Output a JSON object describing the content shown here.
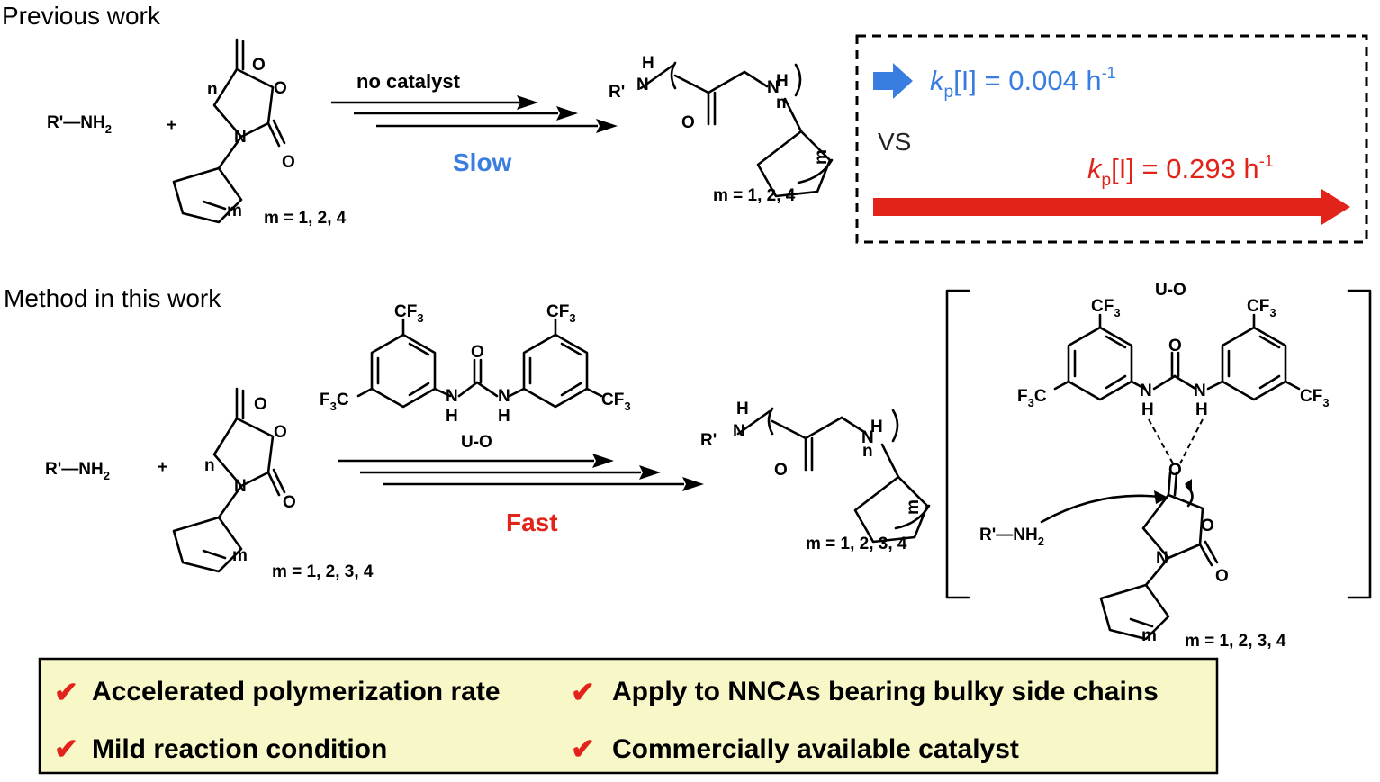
{
  "sections": {
    "previous": "Previous work",
    "method": "Method in this work"
  },
  "reaction1": {
    "amine": "R'—NH",
    "amine_sub": "2",
    "plus": "+",
    "n": "n",
    "m": "m",
    "monomer_m_range": "m = 1, 2, 4",
    "condition": "no catalyst",
    "speed": "Slow",
    "speed_color": "#3a7de0",
    "product_m_range": "m = 1, 2, 4"
  },
  "comparison": {
    "vs": "VS",
    "slow": {
      "k": "k",
      "k_sub": "p",
      "rest": "[I] = 0.004 h",
      "exp": "-1",
      "color": "#3a7de0"
    },
    "fast": {
      "k": "k",
      "k_sub": "p",
      "rest": "[I] = 0.293 h",
      "exp": "-1",
      "color": "#e2231a"
    }
  },
  "reaction2": {
    "amine": "R'—NH",
    "amine_sub": "2",
    "plus": "+",
    "n": "n",
    "m": "m",
    "monomer_m_range": "m = 1, 2, 3, 4",
    "catalyst_label": "U-O",
    "speed": "Fast",
    "speed_color": "#e2231a",
    "product_m_range": "m = 1, 2, 3, 4"
  },
  "mechanism": {
    "catalyst_label": "U-O",
    "amine": "R'—NH",
    "amine_sub": "2",
    "m": "m",
    "m_range": "m = 1, 2, 3, 4"
  },
  "atoms": {
    "O": "O",
    "N": "N",
    "H": "H",
    "NH": "NH",
    "Rp": "R'",
    "CF": "CF",
    "three": "3",
    "F3C": "F",
    "C": "C",
    "n": "n",
    "m": "m"
  },
  "features": {
    "items": [
      "Accelerated polymerization rate",
      "Apply to NNCAs bearing bulky side chains",
      "Mild reaction condition",
      "Commercially available catalyst"
    ],
    "check": "✔",
    "check_color": "#e2231a",
    "box_fill": "#f7f7c8"
  }
}
